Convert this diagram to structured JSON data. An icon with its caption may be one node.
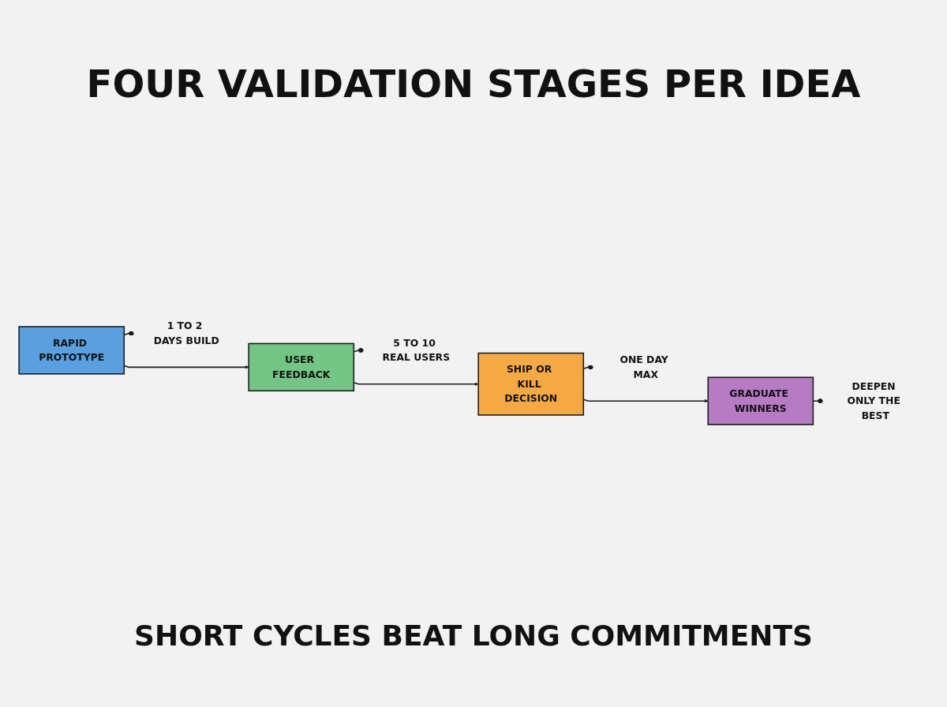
{
  "diagram": {
    "title": "FOUR VALIDATION STAGES PER IDEA",
    "nodes": [
      {
        "text": [
          "RAPID PROTOTYPE"
        ]
      },
      {
        "text": [
          "USER FEEDBACK"
        ]
      },
      {
        "text": [
          "SHIP OR KILL DECISION"
        ]
      },
      {
        "text": [
          "GRADUATE WINNERS"
        ]
      },
      {
        "text": [
          "1 TO 2 DAYS BUILD"
        ]
      },
      {
        "text": [
          "5 TO 10 REAL USERS"
        ]
      },
      {
        "text": [
          "ONE DAY MAX"
        ]
      },
      {
        "text": [
          "DEEPEN ONLY THE BEST"
        ]
      }
    ],
    "edges": [
      {
        "from": 0,
        "to": 1,
        "arrow": "to"
      },
      {
        "from": 1,
        "to": 2,
        "arrow": "to"
      },
      {
        "from": 2,
        "to": 3,
        "arrow": "to"
      },
      {
        "from": 0,
        "to": 4,
        "arrow": "other"
      },
      {
        "from": 1,
        "to": 5,
        "arrow": "other"
      },
      {
        "from": 2,
        "to": 6,
        "arrow": "other"
      },
      {
        "from": 3,
        "to": 7,
        "arrow": "other"
      }
    ],
    "caption": "SHORT CYCLES BEAT LONG COMMITMENTS"
  }
}
